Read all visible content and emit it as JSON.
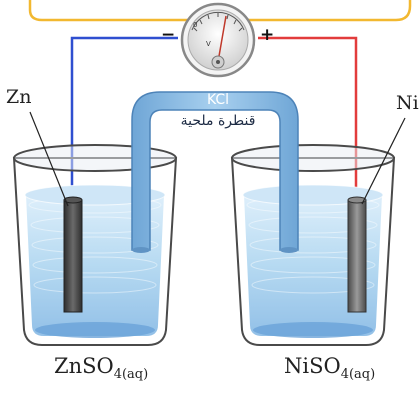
{
  "diagram": {
    "meter": {
      "zero_mark": "0",
      "unit_mark": "V",
      "negative_terminal": "−",
      "positive_terminal": "+"
    },
    "salt_bridge": {
      "electrolyte": "KCl",
      "name": "قنطرة ملحية"
    },
    "left_half_cell": {
      "electrode": "Zn",
      "solution_formula": "ZnSO",
      "solution_subscript": "4(aq)"
    },
    "right_half_cell": {
      "electrode": "Ni",
      "solution_formula": "NiSO",
      "solution_subscript": "4(aq)"
    }
  },
  "colors": {
    "negative_wire": "#2f4fd0",
    "positive_wire": "#e23c3c",
    "solution": "#a9d3ef",
    "salt_bridge": "#8ebde3",
    "zinc_electrode": "#4b4b4b",
    "nickel_electrode": "#6f6f6f",
    "frame": "#f2b830"
  }
}
